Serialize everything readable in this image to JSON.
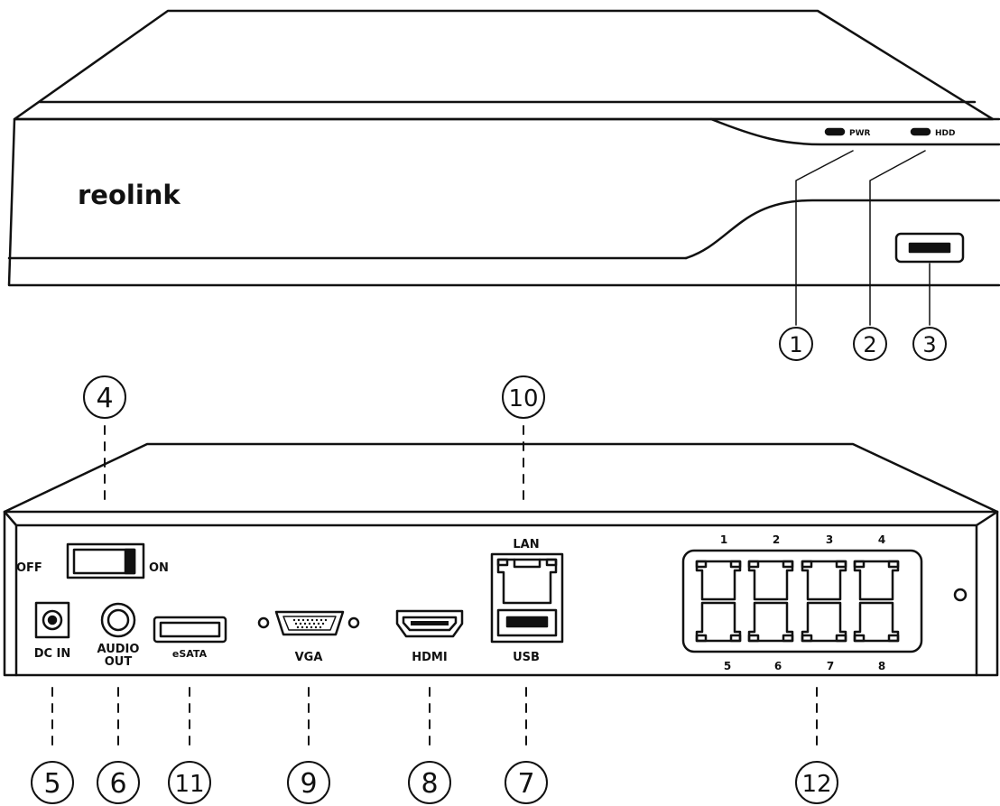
{
  "brand": "reolink",
  "front_leds": {
    "power": "PWR",
    "hdd": "HDD"
  },
  "rear_labels": {
    "switch_off": "OFF",
    "switch_on": "ON",
    "dc_in": "DC IN",
    "audio_line1": "AUDIO",
    "audio_line2": "OUT",
    "esata": "eSATA",
    "vga": "VGA",
    "hdmi": "HDMI",
    "lan": "LAN",
    "usb": "USB"
  },
  "poe_ports": {
    "top": [
      "1",
      "2",
      "3",
      "4"
    ],
    "bottom": [
      "5",
      "6",
      "7",
      "8"
    ]
  },
  "callouts": {
    "c1": "1",
    "c2": "2",
    "c3": "3",
    "c4": "4",
    "c5": "5",
    "c6": "6",
    "c7": "7",
    "c8": "8",
    "c9": "9",
    "c10": "10",
    "c11": "11",
    "c12": "12"
  },
  "colors": {
    "stroke": "#111111",
    "background": "#ffffff"
  }
}
